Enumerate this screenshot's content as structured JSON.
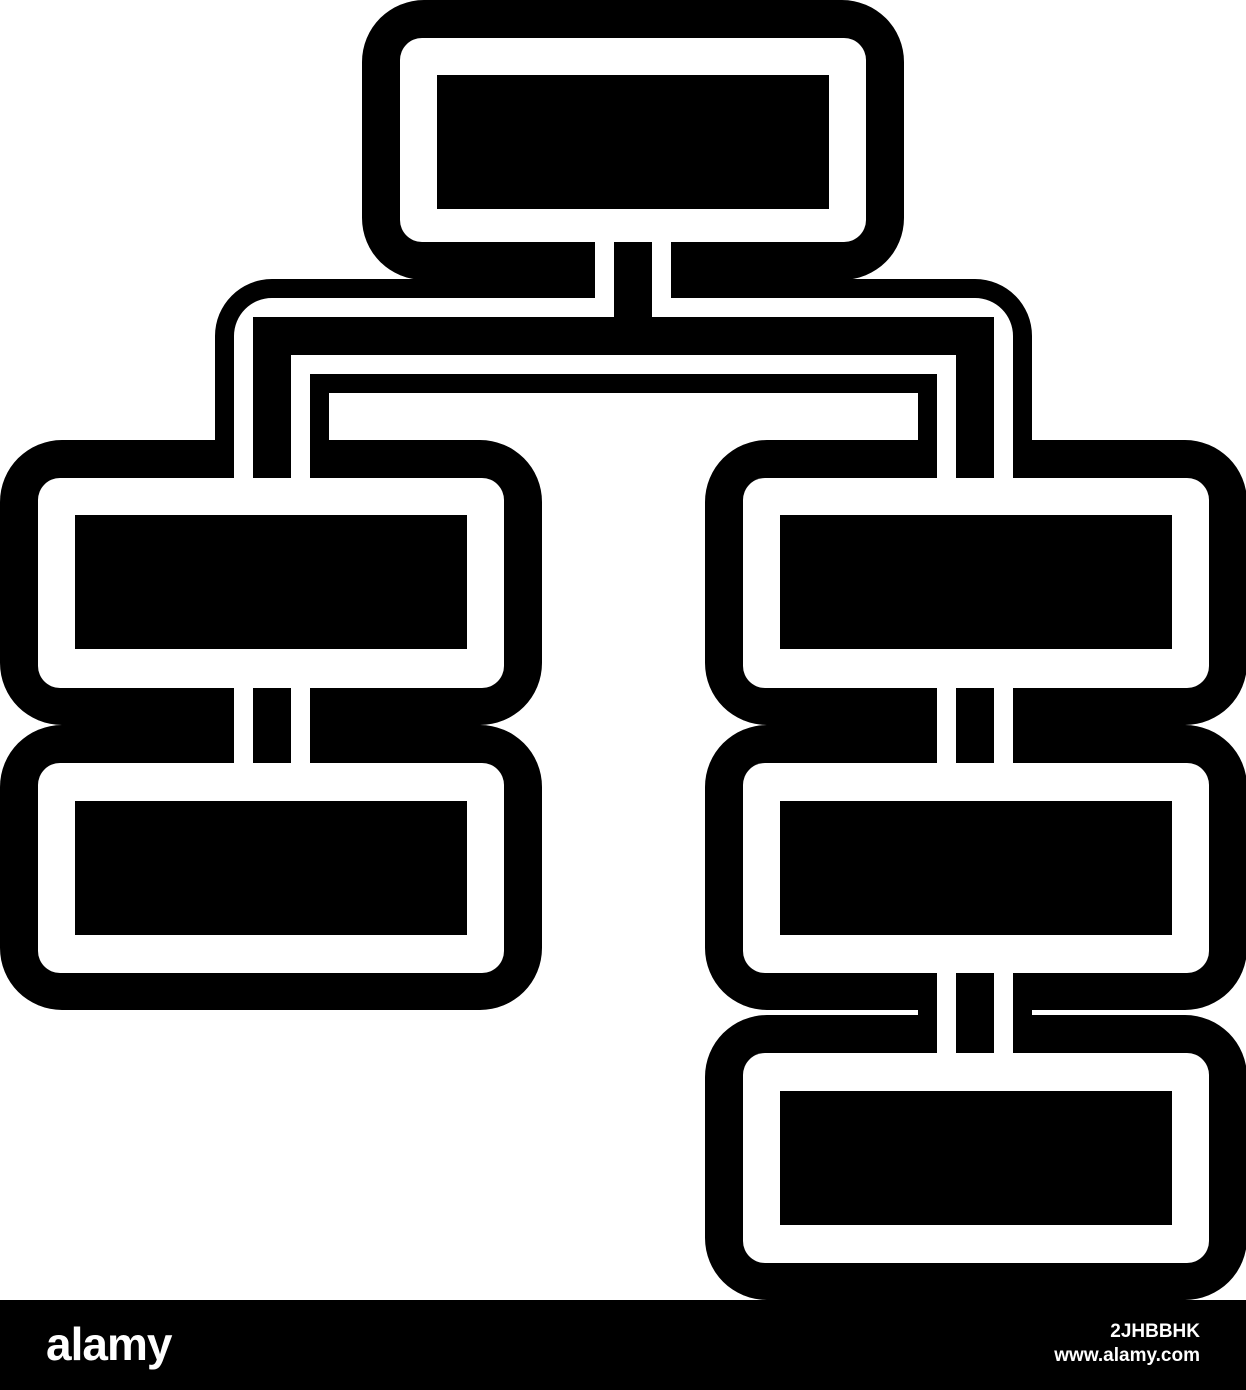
{
  "icon": {
    "name": "org-chart-icon",
    "colors": {
      "stroke": "#000000",
      "fill": "#000000",
      "background": "#ffffff"
    }
  },
  "watermark": {
    "logo_text": "alamy",
    "image_id": "2JHBBHK",
    "url": "www.alamy.com",
    "bar_color": "#000000",
    "text_color": "#ffffff"
  }
}
